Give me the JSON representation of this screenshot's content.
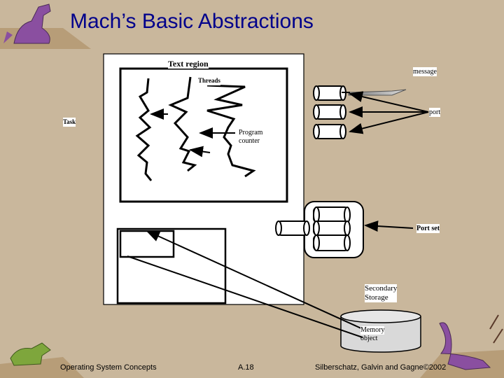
{
  "slide": {
    "title": "Mach’s Basic Abstractions"
  },
  "diagram": {
    "labels": {
      "text_region": "Text region",
      "threads": "Threads",
      "task": "Task",
      "program_counter": "Program counter",
      "message": "message",
      "port": "port",
      "port_set": "Port set",
      "secondary_storage_line1": "Secondary",
      "secondary_storage_line2": "Storage",
      "memory_object_line1": "Memory",
      "memory_object_line2": "object"
    }
  },
  "footer": {
    "course": "Operating System Concepts",
    "page": "A.18",
    "authors": "Silberschatz, Galvin and  Gagne©2002"
  }
}
